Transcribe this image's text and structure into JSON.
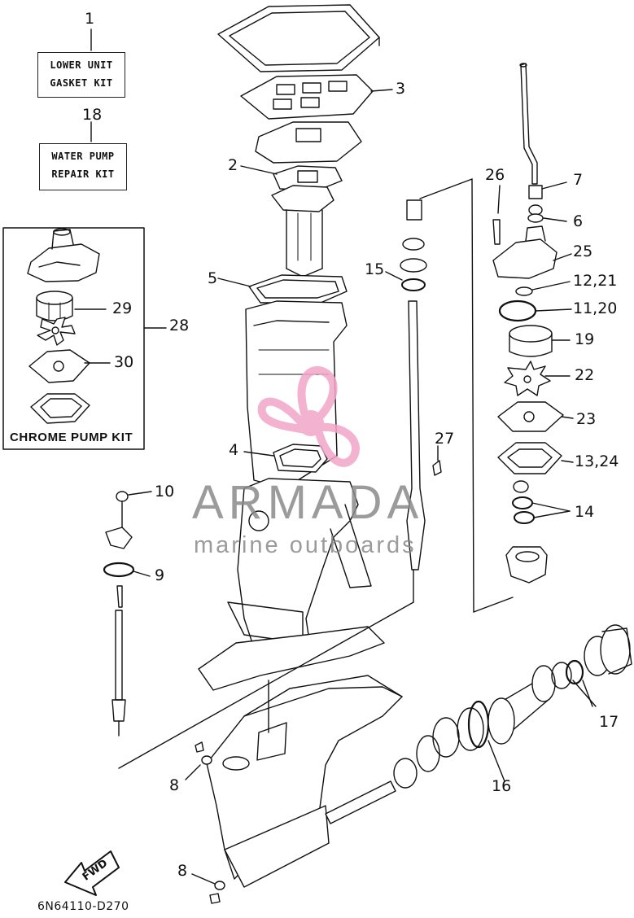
{
  "kits": {
    "lower_unit_gasket_kit": {
      "number": "1",
      "line1": "LOWER UNIT",
      "line2": "GASKET KIT"
    },
    "water_pump_repair_kit": {
      "number": "18",
      "line1": "WATER PUMP",
      "line2": "REPAIR KIT"
    },
    "chrome_pump_kit": {
      "number": "28",
      "caption": "CHROME PUMP KIT"
    }
  },
  "callouts": {
    "c2": "2",
    "c3": "3",
    "c4": "4",
    "c5": "5",
    "c6": "6",
    "c7": "7",
    "c8a": "8",
    "c8b": "8",
    "c9": "9",
    "c10": "10",
    "c11_20": "11,20",
    "c12_21": "12,21",
    "c13_24": "13,24",
    "c14": "14",
    "c15": "15",
    "c16": "16",
    "c17": "17",
    "c19": "19",
    "c22": "22",
    "c23": "23",
    "c25": "25",
    "c26": "26",
    "c27": "27",
    "c29": "29",
    "c30": "30"
  },
  "watermark": {
    "brand": "ARMADA",
    "tagline": "marine outboards",
    "logo_color": "#f2a6c8",
    "text_color": "#8a8a8a"
  },
  "fwd_label": "FWD",
  "diagram_code": "6N64110-D270"
}
